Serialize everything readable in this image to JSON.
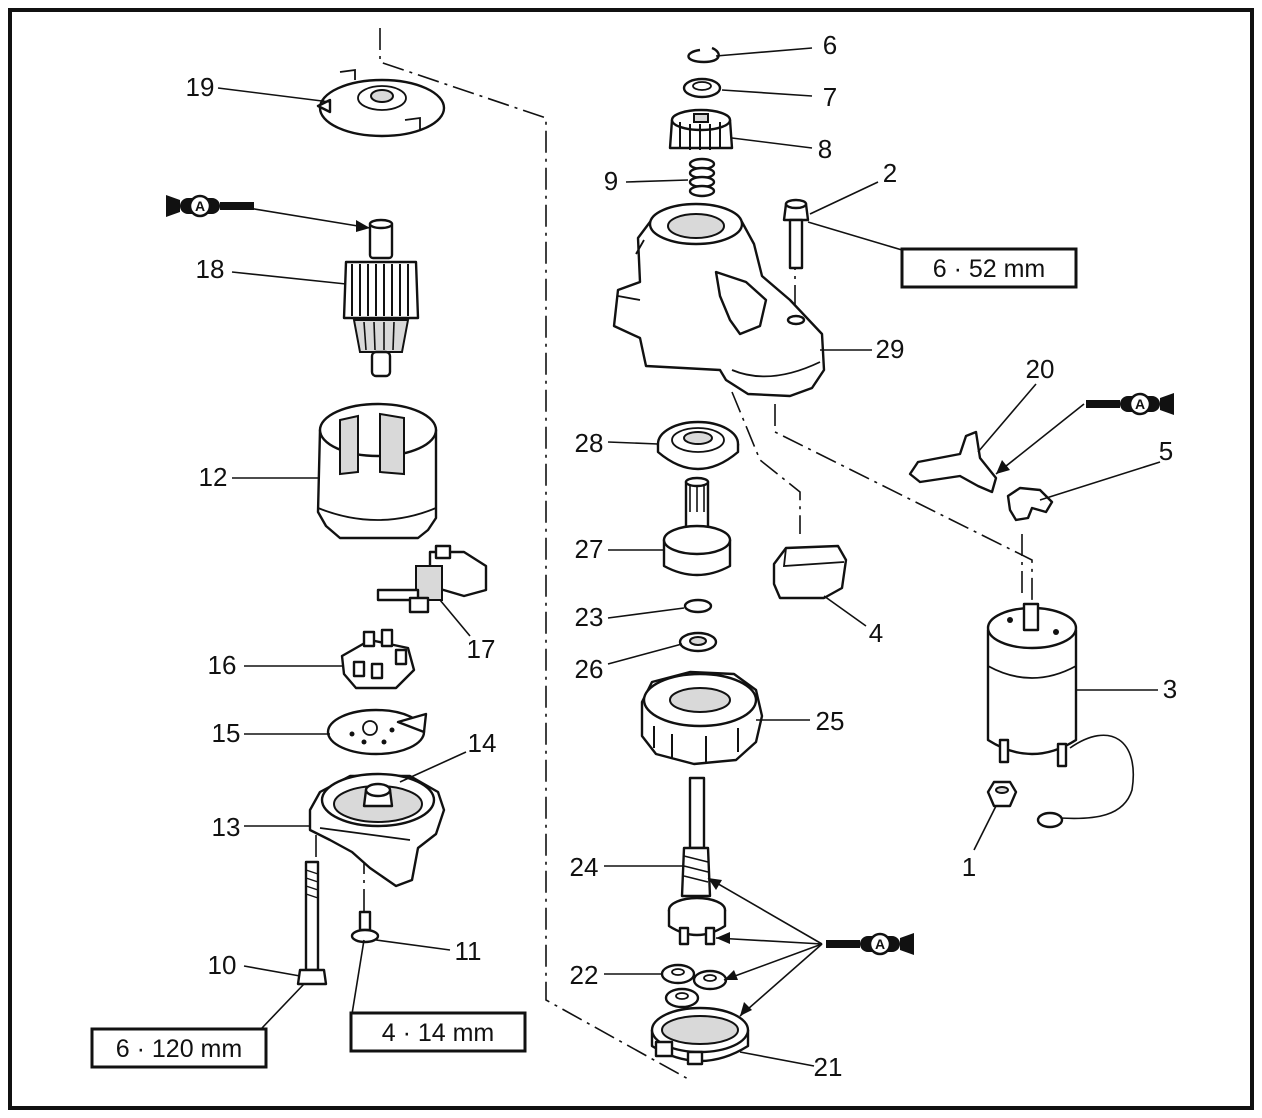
{
  "callouts": {
    "n1": "1",
    "n2": "2",
    "n3": "3",
    "n4": "4",
    "n5": "5",
    "n6": "6",
    "n7": "7",
    "n8": "8",
    "n9": "9",
    "n10": "10",
    "n11": "11",
    "n12": "12",
    "n13": "13",
    "n14": "14",
    "n15": "15",
    "n16": "16",
    "n17": "17",
    "n18": "18",
    "n19": "19",
    "n20": "20",
    "n21": "21",
    "n22": "22",
    "n23": "23",
    "n24": "24",
    "n25": "25",
    "n26": "26",
    "n27": "27",
    "n28": "28",
    "n29": "29"
  },
  "specs": {
    "bolt_29": "6 ·  52 mm",
    "bolt_10": "6 ·  120 mm",
    "screw_11": "4 ·  14 mm"
  },
  "grease_symbol": {
    "icon": "grease-gun-icon",
    "letter": "A"
  }
}
